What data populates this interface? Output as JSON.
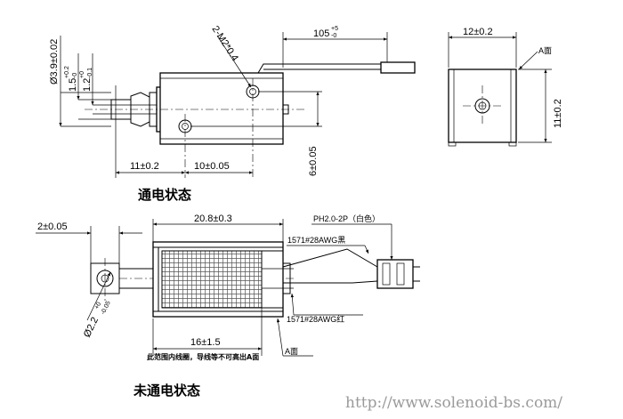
{
  "top_view": {
    "caption": "通电状态",
    "thread_label": "2-M2*0.4",
    "wire_length": "105",
    "wire_length_tol_upper": "+5",
    "wire_length_tol_lower": "-0",
    "dia_shaft": "Ø3.9±0.02",
    "dim_a": "1.5",
    "dim_a_tol_upper": "+0.2",
    "dim_a_tol_lower": "-0",
    "dim_b": "1.2",
    "dim_b_tol_upper": "+0",
    "dim_b_tol_lower": "-0.1",
    "len_11": "11±0.2",
    "len_10": "10±0.05",
    "hole_pitch": "6±0.05"
  },
  "side_view": {
    "width": "12±0.2",
    "height": "11±0.2",
    "face_label": "A面"
  },
  "bottom_view": {
    "caption": "未通电状态",
    "dim_2": "2±0.05",
    "length": "20.8±0.3",
    "connector": "PH2.0-2P（白色）",
    "wire_black": "1571#28AWG黑",
    "wire_red": "1571#28AWG红",
    "dia_hole": "Ø2.2",
    "dia_hole_tol_upper": "+0",
    "dia_hole_tol_lower": "-0.05",
    "stroke": "16±1.5",
    "note": "此范围内线圈，导线等不可高出A面",
    "face_label": "A面"
  },
  "watermark": "http://www.solenoid-bs.com/"
}
